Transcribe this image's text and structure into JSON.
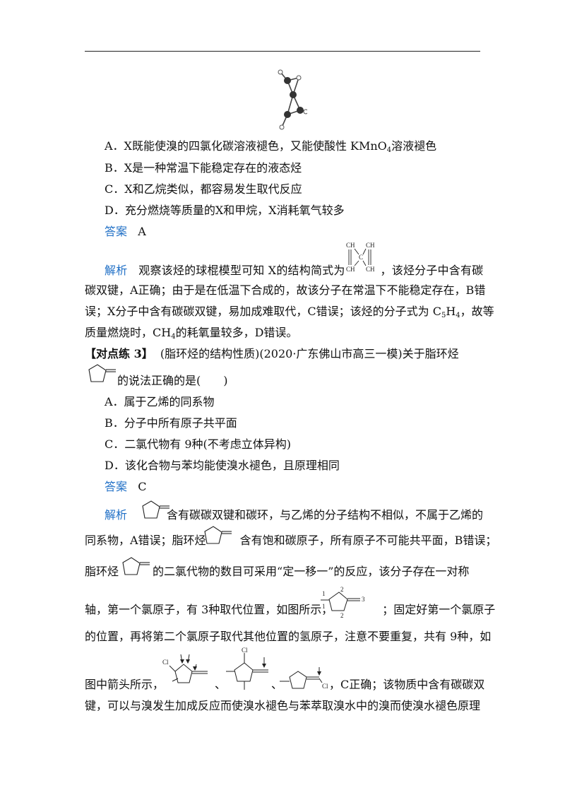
{
  "q_prev": {
    "options": {
      "A_pre": "A．X既能使溴的四氯化碳溶液褪色，又能使酸性 KMnO",
      "A_sub": "4",
      "A_post": "溶液褪色",
      "B": "B．X是一种常温下能稳定存在的液态烃",
      "C": "C．X和乙烷类似，都容易发生取代反应",
      "D": "D．充分燃烧等质量的X和甲烷，X消耗氧气较多"
    },
    "answer_label": "答案",
    "answer_value": "A",
    "explain_label": "解析",
    "explain_l1a": "观察该烃的球棍模型可知 X的结构简式为",
    "explain_l1b": "，该烃分子中含有碳",
    "explain_l2": "碳双键，A正确；由于是在低温下合成的，故该分子在常温下不能稳定存在，B错",
    "explain_l3a": "误；X分子中含有碳碳双键，易加成难取代，C错误；该烃的分子式为 C",
    "explain_l3_s1": "5",
    "explain_l3b": "H",
    "explain_l3_s2": "4",
    "explain_l3c": "，故等",
    "explain_l4a": "质量燃烧时，CH",
    "explain_l4_s": "4",
    "explain_l4b": "的耗氧量较多，D错误。",
    "struct_labels": {
      "ch": "CH",
      "c": "C"
    }
  },
  "q3": {
    "tag": "【对点练 3】",
    "stem_l1": "(脂环烃的结构性质)(2020·广东佛山市高三一模)关于脂环烃",
    "stem_l2": "的说法正确的是(　　)",
    "options": {
      "A": "A．属于乙烯的同系物",
      "B": "B．分子中所有原子共平面",
      "C": "C．二氯代物有 9种(不考虑立体异构)",
      "D": "D．该化合物与苯均能使溴水褪色，且原理相同"
    },
    "answer_label": "答案",
    "answer_value": "C",
    "explain_label": "解析",
    "e1": "含有碳碳双键和碳环，与乙烯的分子结构不相似，不属于乙烯的",
    "e2a": "同系物，A错误；脂环烃",
    "e2b": "含有饱和碳原子，所有原子不可能共平面，B错误；",
    "e3a": "脂环烃",
    "e3b": "的二氯代物的数目可采用“定一移一”的反应，该分子存在一对称",
    "e4a": "轴，第一个氯原子，有 3种取代位置，如图所示，",
    "e4b": "；固定好第一个氯原子",
    "e5": "的位置，再将第二个氯原子取代其他位置的氢原子，注意不要重复，共有 9种，如",
    "e6a": "图中箭头所示，",
    "e6_sep1": "、",
    "e6_sep2": "、",
    "e6b": "，C正确；该物质中含有碳碳双",
    "e7": "键，可以与溴发生加成反应而使溴水褪色与苯萃取溴水中的溴而使溴水褪色原理",
    "fig_labels": {
      "n1": "1",
      "n2": "2",
      "n3": "3",
      "cl": "Cl"
    }
  }
}
